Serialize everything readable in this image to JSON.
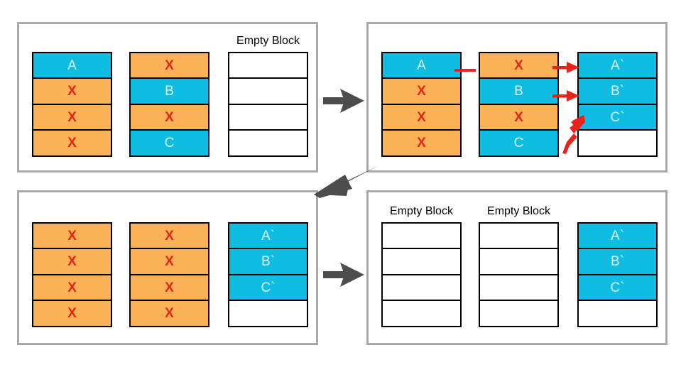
{
  "diagram": {
    "title": "Garbage collection copying / compaction stages",
    "colors": {
      "live_object": "#0fbde3",
      "dead_object": "#fbb257",
      "dead_marker": "#e02718",
      "flow_arrow": "#4d4d4d",
      "annotation_arrow": "#e8231c",
      "panel_border": "#a8a8a8",
      "cell_border": "#000000"
    },
    "labels": {
      "empty_block": "Empty Block",
      "dead_marker": "X"
    },
    "panels": [
      {
        "id": "panel-top-left",
        "name": "stage-1-initial-heap",
        "columns": [
          {
            "name": "block-1",
            "label": "",
            "cells": [
              {
                "text": "A",
                "state": "live"
              },
              {
                "text": "X",
                "state": "dead"
              },
              {
                "text": "X",
                "state": "dead"
              },
              {
                "text": "X",
                "state": "dead"
              }
            ]
          },
          {
            "name": "block-2",
            "label": "",
            "cells": [
              {
                "text": "X",
                "state": "dead"
              },
              {
                "text": "B",
                "state": "live"
              },
              {
                "text": "X",
                "state": "dead"
              },
              {
                "text": "C",
                "state": "live"
              }
            ]
          },
          {
            "name": "block-3",
            "label": "Empty Block",
            "cells": [
              {
                "text": "",
                "state": "empty"
              },
              {
                "text": "",
                "state": "empty"
              },
              {
                "text": "",
                "state": "empty"
              },
              {
                "text": "",
                "state": "empty"
              }
            ]
          }
        ]
      },
      {
        "id": "panel-top-right",
        "name": "stage-2-copying-live-objects",
        "columns": [
          {
            "name": "block-1",
            "label": "",
            "cells": [
              {
                "text": "A",
                "state": "live"
              },
              {
                "text": "X",
                "state": "dead"
              },
              {
                "text": "X",
                "state": "dead"
              },
              {
                "text": "X",
                "state": "dead"
              }
            ]
          },
          {
            "name": "block-2",
            "label": "",
            "cells": [
              {
                "text": "X",
                "state": "dead"
              },
              {
                "text": "B",
                "state": "live"
              },
              {
                "text": "X",
                "state": "dead"
              },
              {
                "text": "C",
                "state": "live"
              }
            ]
          },
          {
            "name": "block-3",
            "label": "",
            "cells": [
              {
                "text": "A`",
                "state": "live"
              },
              {
                "text": "B`",
                "state": "live"
              },
              {
                "text": "C`",
                "state": "live"
              },
              {
                "text": "",
                "state": "empty"
              }
            ]
          }
        ]
      },
      {
        "id": "panel-bottom-left",
        "name": "stage-3-old-blocks-all-dead",
        "columns": [
          {
            "name": "block-1",
            "label": "",
            "cells": [
              {
                "text": "X",
                "state": "dead"
              },
              {
                "text": "X",
                "state": "dead"
              },
              {
                "text": "X",
                "state": "dead"
              },
              {
                "text": "X",
                "state": "dead"
              }
            ]
          },
          {
            "name": "block-2",
            "label": "",
            "cells": [
              {
                "text": "X",
                "state": "dead"
              },
              {
                "text": "X",
                "state": "dead"
              },
              {
                "text": "X",
                "state": "dead"
              },
              {
                "text": "X",
                "state": "dead"
              }
            ]
          },
          {
            "name": "block-3",
            "label": "",
            "cells": [
              {
                "text": "A`",
                "state": "live"
              },
              {
                "text": "B`",
                "state": "live"
              },
              {
                "text": "C`",
                "state": "live"
              },
              {
                "text": "",
                "state": "empty"
              }
            ]
          }
        ]
      },
      {
        "id": "panel-bottom-right",
        "name": "stage-4-blocks-reclaimed",
        "columns": [
          {
            "name": "block-1",
            "label": "Empty Block",
            "cells": [
              {
                "text": "",
                "state": "empty"
              },
              {
                "text": "",
                "state": "empty"
              },
              {
                "text": "",
                "state": "empty"
              },
              {
                "text": "",
                "state": "empty"
              }
            ]
          },
          {
            "name": "block-2",
            "label": "Empty Block",
            "cells": [
              {
                "text": "",
                "state": "empty"
              },
              {
                "text": "",
                "state": "empty"
              },
              {
                "text": "",
                "state": "empty"
              },
              {
                "text": "",
                "state": "empty"
              }
            ]
          },
          {
            "name": "block-3",
            "label": "",
            "cells": [
              {
                "text": "A`",
                "state": "live"
              },
              {
                "text": "B`",
                "state": "live"
              },
              {
                "text": "C`",
                "state": "live"
              },
              {
                "text": "",
                "state": "empty"
              }
            ]
          }
        ]
      }
    ],
    "flow_arrows": [
      {
        "name": "flow-arrow-top",
        "direction": "right"
      },
      {
        "name": "flow-arrow-middle",
        "direction": "down-left"
      },
      {
        "name": "flow-arrow-bottom",
        "direction": "right"
      }
    ],
    "annotations": [
      {
        "name": "red-dash-a-to-x",
        "kind": "dash",
        "meaning": "A not copied from block 1"
      },
      {
        "name": "red-arrow-x-to-a",
        "kind": "arrow",
        "meaning": "copy to A`"
      },
      {
        "name": "red-arrow-b-to-b",
        "kind": "arrow",
        "meaning": "copy B to B`"
      },
      {
        "name": "red-arrow-c-to-c",
        "kind": "arrow",
        "meaning": "copy C to C`"
      }
    ]
  }
}
